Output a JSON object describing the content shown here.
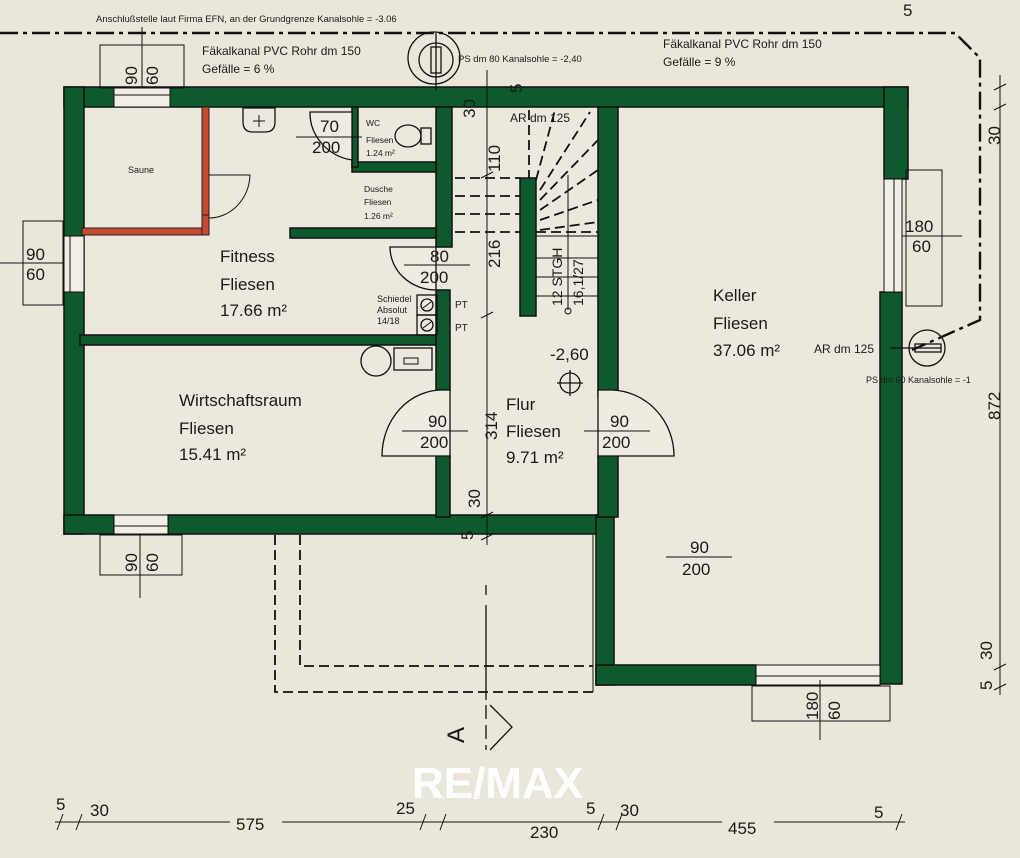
{
  "header": {
    "connection_note": "Anschlußstelle laut Firma EFN, an der Grundgrenze Kanalsohle = -3.06",
    "boundary_dim_top": "5"
  },
  "drainage": {
    "left_pipe_line1": "Fäkalkanal PVC Rohr dm 150",
    "left_pipe_line2": "Gefälle = 6 %",
    "right_pipe_line1": "Fäkalkanal PVC Rohr dm 150",
    "right_pipe_line2": "Gefälle = 9 %",
    "ps_top": "PS dm 80 Kanalsohle = -2,40",
    "ps_right": "PS dm 60 Kanalsohle = -1",
    "ar_top": "AR dm 125",
    "ar_right": "AR dm 125"
  },
  "rooms": [
    {
      "name": "Saune",
      "floor": "",
      "area": ""
    },
    {
      "name": "Fitness",
      "floor": "Fliesen",
      "area": "17.66 m²"
    },
    {
      "name": "WC",
      "floor": "Fliesen",
      "area": "1.24 m²"
    },
    {
      "name": "Dusche",
      "floor": "Fliesen",
      "area": "1.26 m²"
    },
    {
      "name": "Wirtschaftsraum",
      "floor": "Fliesen",
      "area": "15.41 m²"
    },
    {
      "name": "Flur",
      "floor": "Fliesen",
      "area": "9.71 m²"
    },
    {
      "name": "Keller",
      "floor": "Fliesen",
      "area": "37.06 m²"
    }
  ],
  "doors": [
    {
      "id": "wc",
      "width": "70",
      "height": "200"
    },
    {
      "id": "fitness",
      "width": "80",
      "height": "200"
    },
    {
      "id": "wirtschaft",
      "width": "90",
      "height": "200"
    },
    {
      "id": "keller",
      "width": "90",
      "height": "200"
    },
    {
      "id": "keller-south",
      "width": "90",
      "height": "200"
    }
  ],
  "windows": [
    {
      "id": "top-left",
      "width": "90",
      "height": "60"
    },
    {
      "id": "left",
      "width": "90",
      "height": "60"
    },
    {
      "id": "bottom-left",
      "width": "90",
      "height": "60"
    },
    {
      "id": "right",
      "width": "180",
      "height": "60"
    },
    {
      "id": "bottom-right",
      "width": "180",
      "height": "60"
    }
  ],
  "stairs": {
    "steps_label": "12 STGH",
    "ratio_label": "16,1/27",
    "level": "-2,60"
  },
  "heating": {
    "line1": "Schiedel",
    "line2": "Absolut",
    "line3": "14/18",
    "pt1": "PT",
    "pt2": "PT"
  },
  "dimensions": {
    "interior_vertical": [
      "30",
      "5",
      "110",
      "216",
      "314",
      "30",
      "5"
    ],
    "top_right_30": "30",
    "right_total": "872",
    "right_bottom_5": "5",
    "right_bottom_30": "30",
    "bottom": [
      "5",
      "30",
      "575",
      "25",
      "230",
      "5",
      "30",
      "455",
      "5"
    ]
  },
  "section_marker": "A",
  "watermark": "RE/MAX"
}
